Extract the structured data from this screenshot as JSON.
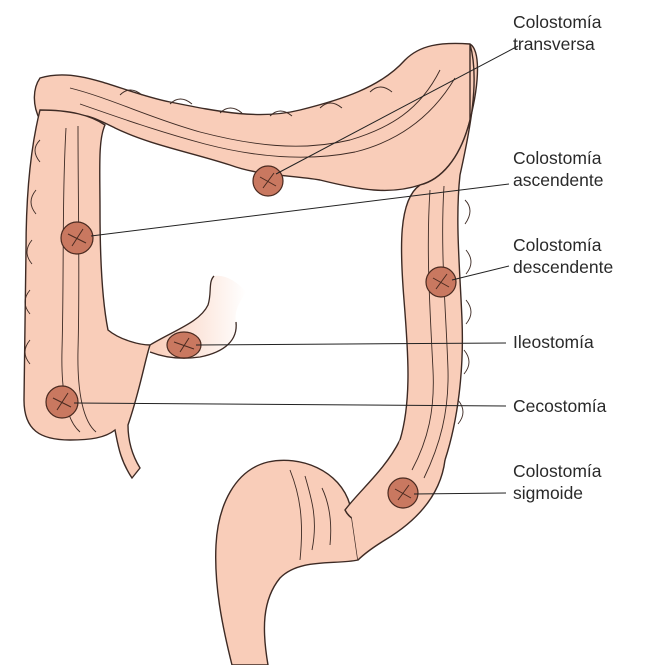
{
  "diagram": {
    "colors": {
      "tissue_fill": "#f9cdb9",
      "tissue_outline": "#3d2a24",
      "stoma_fill": "#c97860",
      "stoma_outline": "#4a2a20",
      "leader_line": "#222222"
    },
    "labels": [
      {
        "id": "transverse-colostomy",
        "lines": [
          "Colostomía",
          "transversa"
        ]
      },
      {
        "id": "ascending-colostomy",
        "lines": [
          "Colostomía",
          "ascendente"
        ]
      },
      {
        "id": "descending-colostomy",
        "lines": [
          "Colostomía",
          "descendente"
        ]
      },
      {
        "id": "ileostomy",
        "lines": [
          "Ileostomía"
        ]
      },
      {
        "id": "cecostomy",
        "lines": [
          "Cecostomía"
        ]
      },
      {
        "id": "sigmoid-colostomy",
        "lines": [
          "Colostomía",
          "sigmoide"
        ]
      }
    ]
  }
}
